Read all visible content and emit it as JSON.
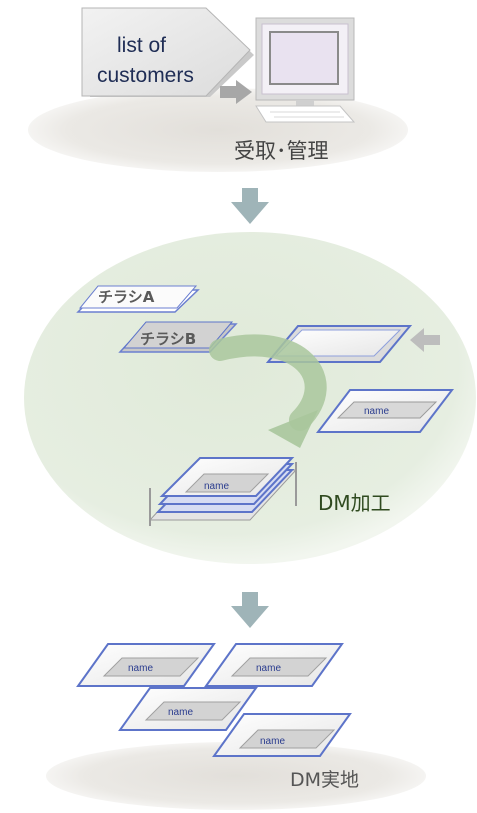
{
  "stages": {
    "intake": {
      "document_line1": "list of",
      "document_line2": "customers",
      "label": "受取･管理"
    },
    "processing": {
      "flyer_a": "チラシA",
      "flyer_b": "チラシB",
      "card_name": "name",
      "stack_name": "name",
      "label": "DM加工"
    },
    "shipping": {
      "card_names": [
        "name",
        "name",
        "name",
        "name"
      ],
      "label": "DM実地"
    }
  },
  "colors": {
    "ellipse_gray": "#e8e6e2",
    "ellipse_green": "#e4eddf",
    "arrow_blue_gray": "#9fb4b8",
    "card_border": "#5d74c9",
    "cycle_arrow": "#a9c79c"
  },
  "icons": [
    "computer-icon",
    "down-arrow-icon",
    "cycle-arrow-icon",
    "flyer-icon",
    "mail-card-icon"
  ]
}
